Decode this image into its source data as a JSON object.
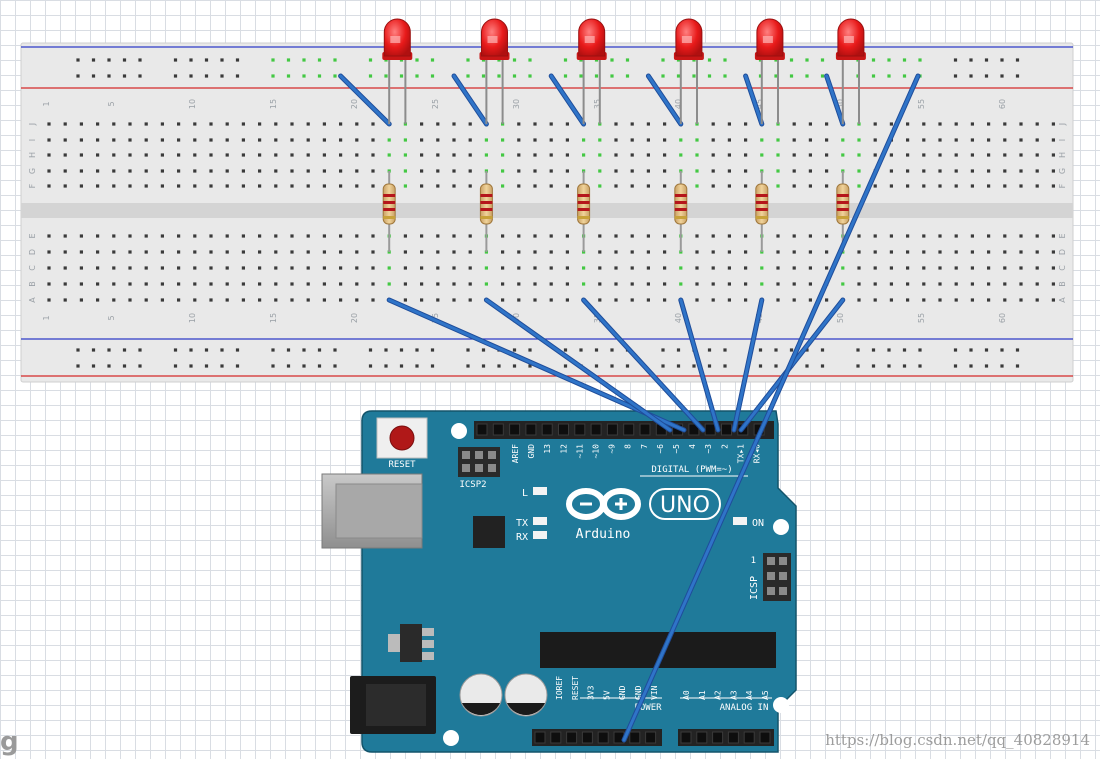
{
  "colors": {
    "board": "#e9e9e9",
    "board_center": "#d6d6d6",
    "rail_blue": "#2e3cc8",
    "rail_red": "#d42a2a",
    "hole": "#3a3a3a",
    "hole_active": "#43c843",
    "wire": "#2f74c8",
    "wire_edge": "#1f4d9a",
    "led": "#e02020",
    "arduino": "#1f7a9a",
    "arduino_dark": "#17627d",
    "header": "#2a2a2a"
  },
  "breadboard": {
    "column_numbers": [
      "1",
      "5",
      "10",
      "15",
      "20",
      "25",
      "30",
      "35",
      "40",
      "45",
      "50",
      "55",
      "60"
    ],
    "top_row_letters": [
      "J",
      "I",
      "H",
      "G",
      "F"
    ],
    "bottom_row_letters": [
      "E",
      "D",
      "C",
      "B",
      "A"
    ]
  },
  "arduino": {
    "reset_label": "RESET",
    "icsp2_label": "ICSP2",
    "icsp_label": "ICSP",
    "icsp_pin1": "1",
    "digital_label": "DIGITAL (PWM=~)",
    "digital_pins": [
      "AREF",
      "GND",
      "13",
      "12",
      "~11",
      "~10",
      "~9",
      "8",
      "7",
      "~6",
      "~5",
      "4",
      "~3",
      "2",
      "TX▸1",
      "RX◂0"
    ],
    "led_l": "L",
    "led_tx": "TX",
    "led_rx": "RX",
    "led_on": "ON",
    "logo_badge": "UNO",
    "logo_name": "Arduino",
    "power_label": "POWER",
    "power_pins": [
      "IOREF",
      "RESET",
      "3V3",
      "5V",
      "GND",
      "GND",
      "VIN"
    ],
    "analog_label": "ANALOG IN",
    "analog_pins": [
      "A0",
      "A1",
      "A2",
      "A3",
      "A4",
      "A5"
    ]
  },
  "footer": {
    "watermark": "https://blog.csdn.net/qq_40828914",
    "corner": "g"
  }
}
